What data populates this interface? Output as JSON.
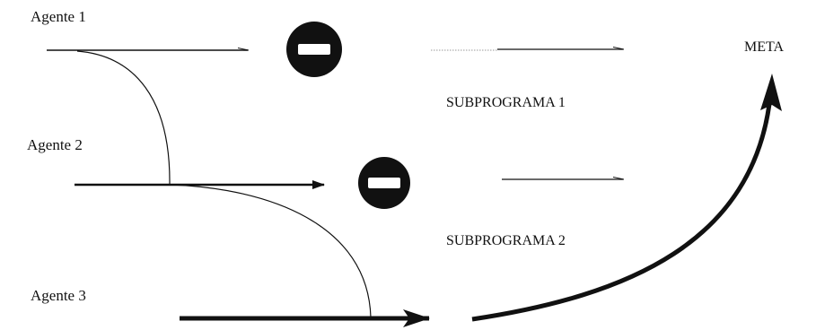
{
  "diagram": {
    "agents": [
      {
        "label": "Agente 1"
      },
      {
        "label": "Agente 2"
      },
      {
        "label": "Agente 3"
      }
    ],
    "goal": {
      "label": "META"
    },
    "subprograms": [
      {
        "label": "SUBPROGRAMA 1"
      },
      {
        "label": "SUBPROGRAMA 2"
      }
    ],
    "colors": {
      "ink": "#111111",
      "background": "#ffffff"
    }
  }
}
